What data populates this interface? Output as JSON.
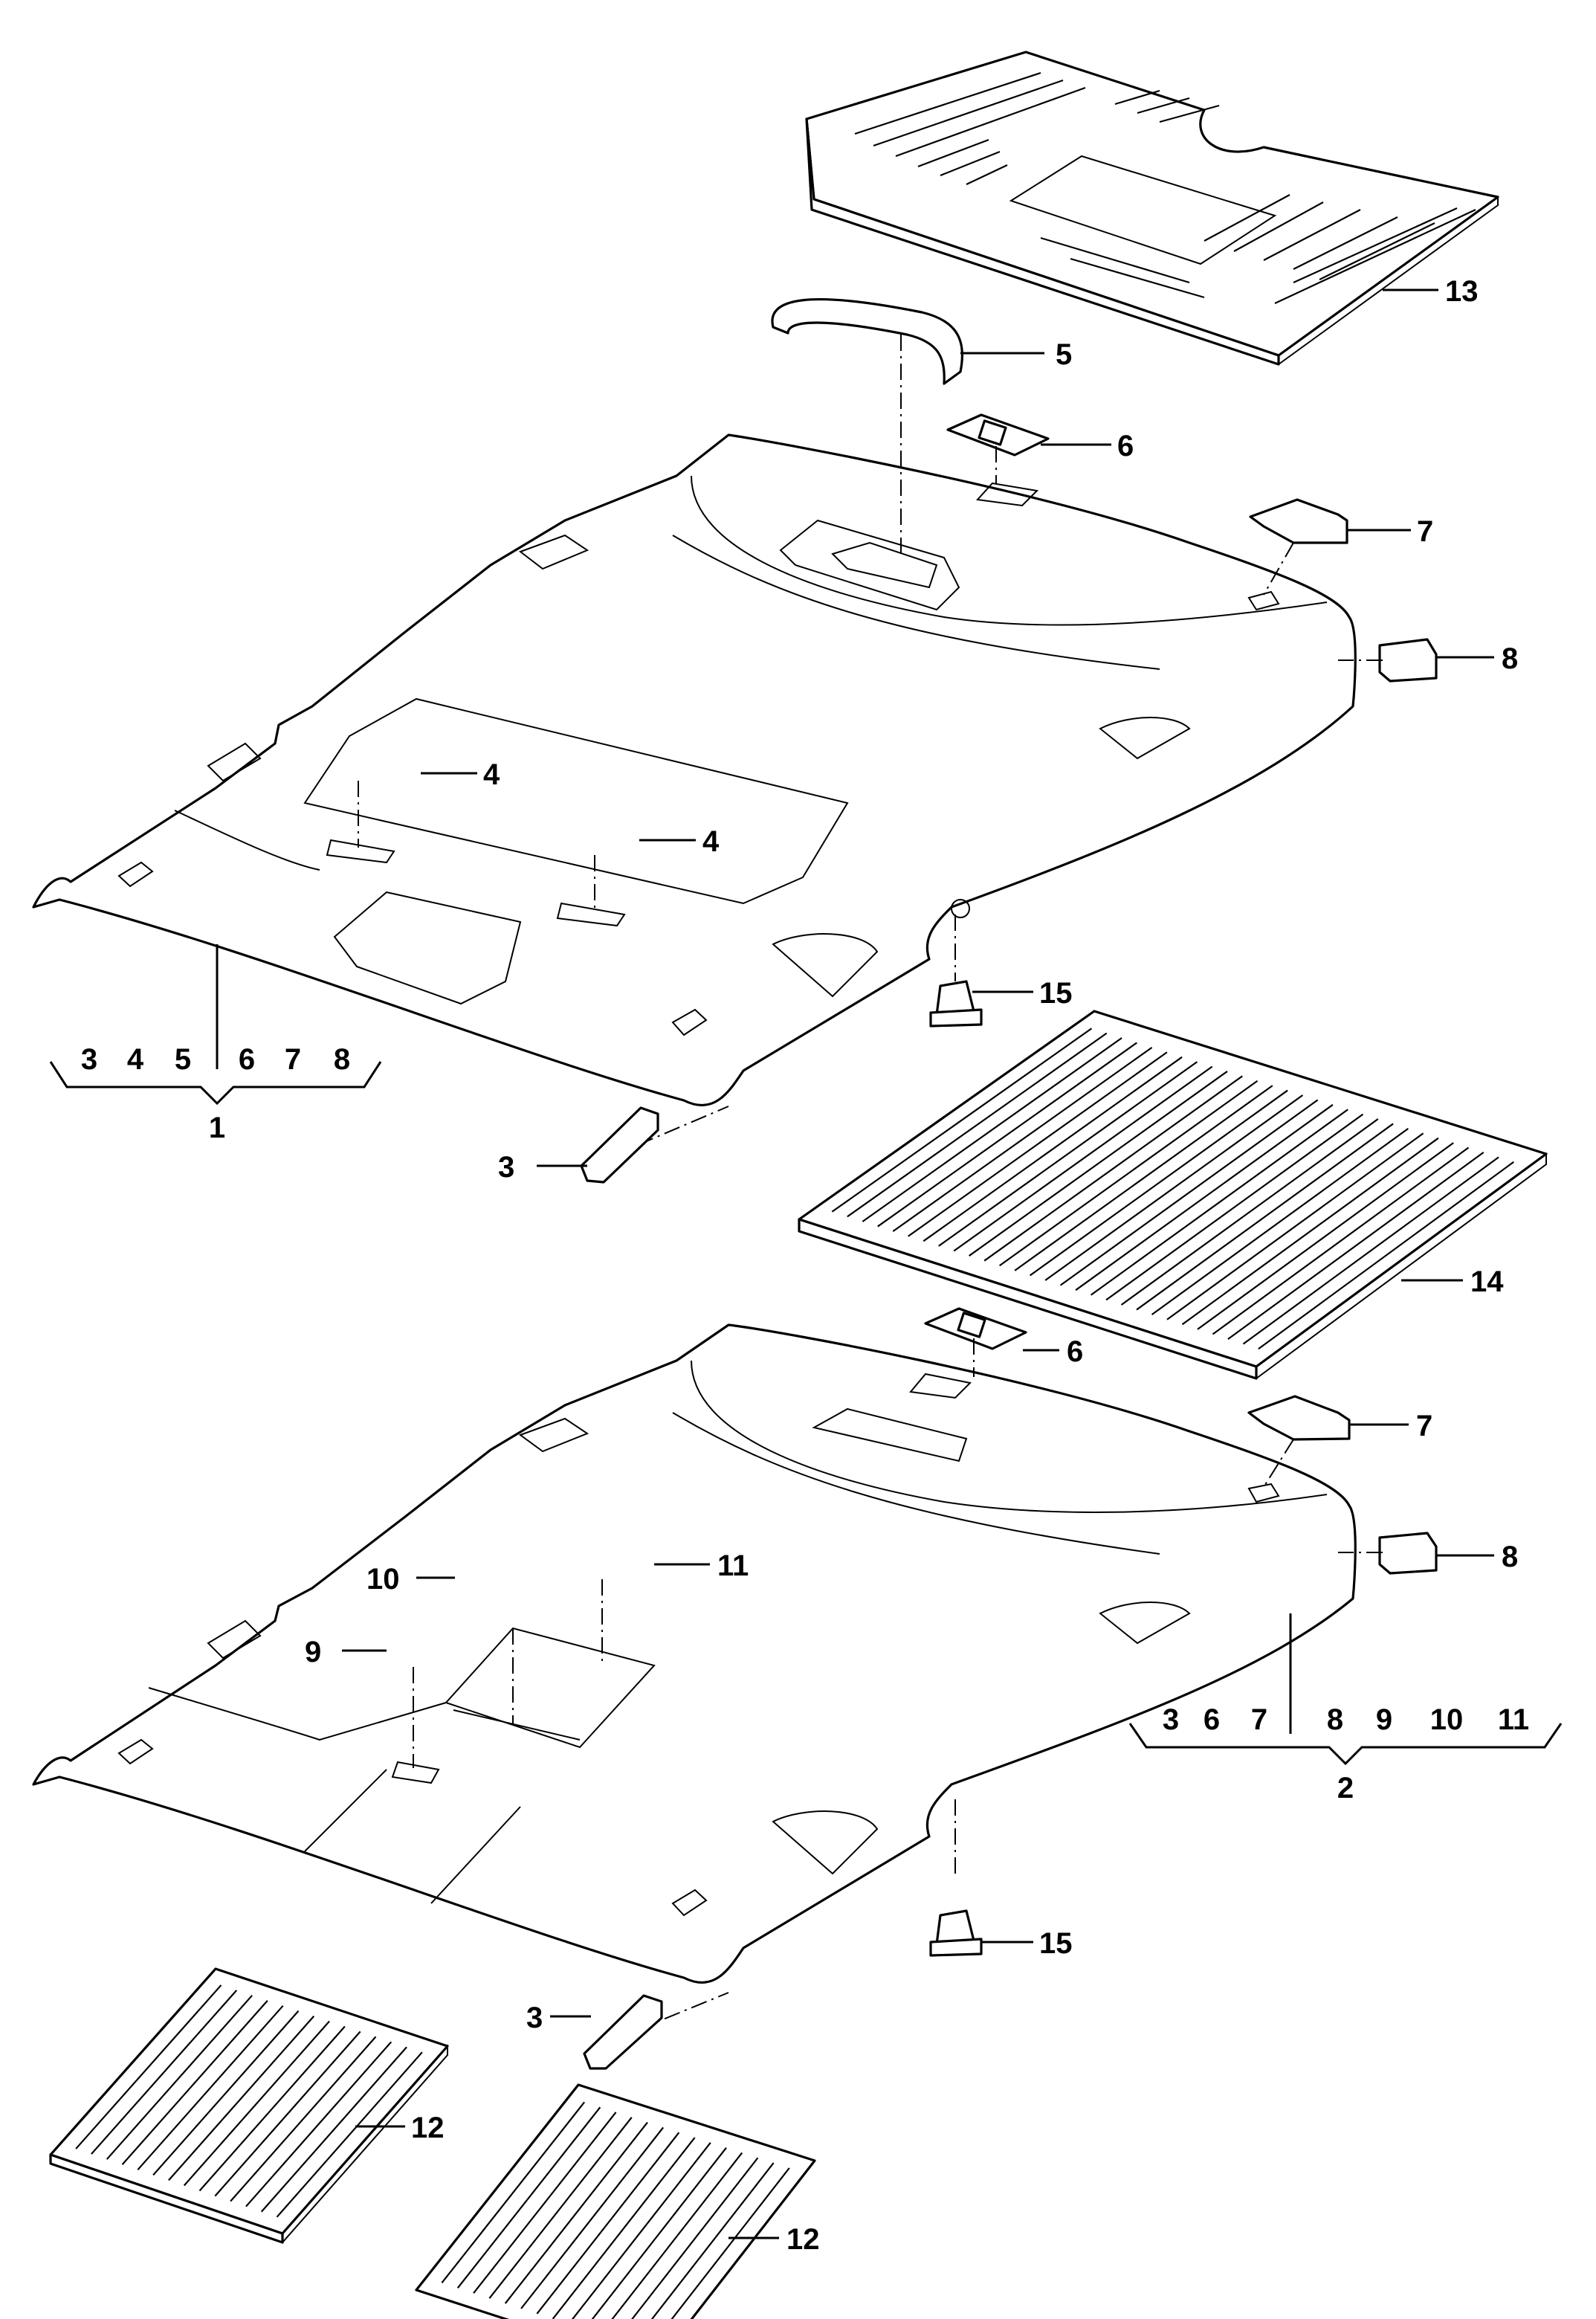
{
  "diagram": {
    "callouts": {
      "c13": "13",
      "c5": "5",
      "c6_top": "6",
      "c7_top": "7",
      "c8_top": "8",
      "c4_a": "4",
      "c4_b": "4",
      "c15_top": "15",
      "c3_top": "3",
      "c14": "14",
      "c6_bot": "6",
      "c7_bot": "7",
      "c8_bot": "8",
      "c11": "11",
      "c10": "10",
      "c9": "9",
      "c15_bot": "15",
      "c3_bot": "3",
      "c12_a": "12",
      "c12_b": "12"
    },
    "assembly_1": {
      "label": "1",
      "contents": [
        "3",
        "4",
        "5",
        "6",
        "7",
        "8"
      ]
    },
    "assembly_2": {
      "label": "2",
      "contents": [
        "3",
        "6",
        "7",
        "8",
        "9",
        "10",
        "11"
      ]
    }
  }
}
